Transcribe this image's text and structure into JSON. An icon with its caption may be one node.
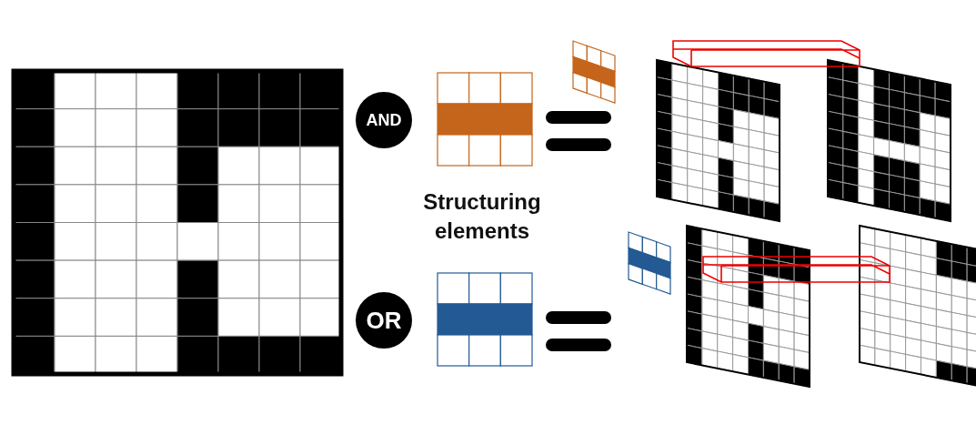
{
  "diagram": {
    "nodes": [
      {
        "text": [
          "AND"
        ]
      },
      {
        "text": [
          "OR"
        ]
      }
    ],
    "labels": [
      "Structuring elements"
    ]
  }
}
